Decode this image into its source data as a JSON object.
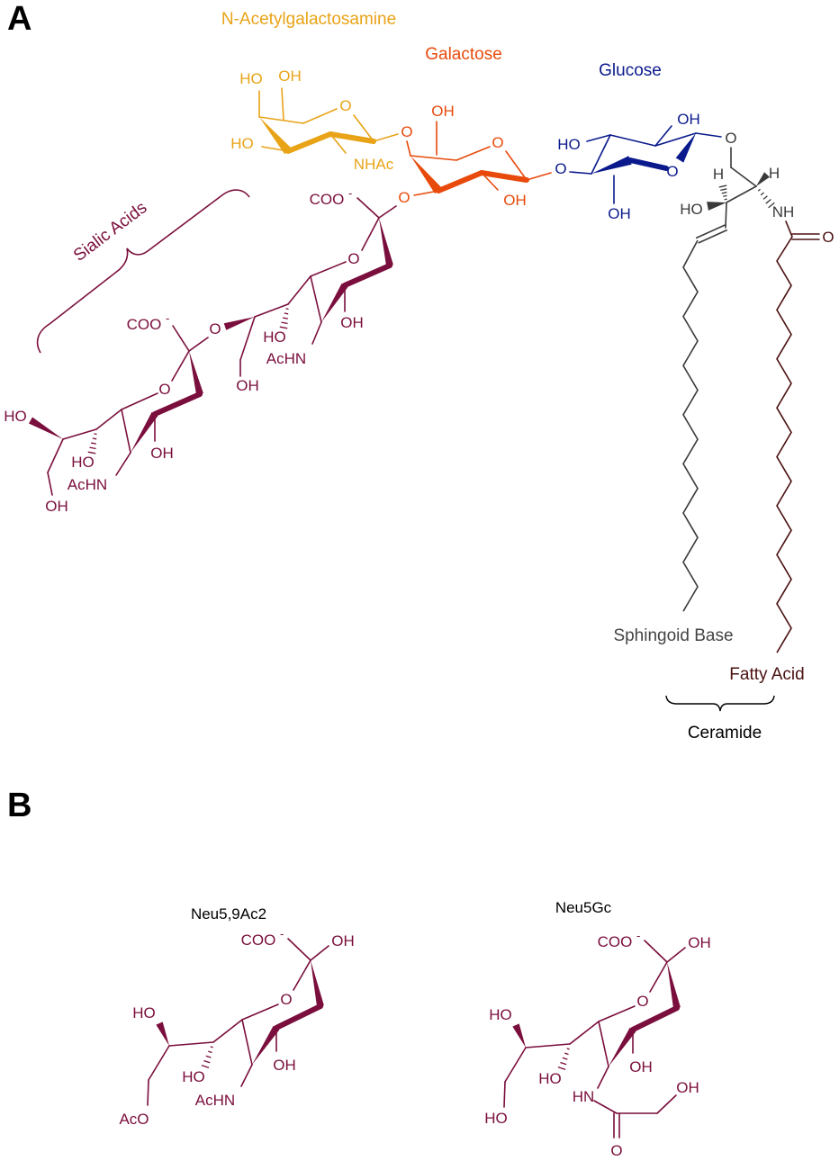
{
  "panels": {
    "a": "A",
    "b": "B"
  },
  "labels": {
    "galnac": "N-Acetylgalactosamine",
    "galactose": "Galactose",
    "glucose": "Glucose",
    "sialic_acids": "Sialic Acids",
    "sphingoid_base": "Sphingoid Base",
    "fatty_acid": "Fatty Acid",
    "ceramide": "Ceramide",
    "neu5_9ac2": "Neu5,9Ac2",
    "neu5gc": "Neu5Gc"
  },
  "atoms": {
    "HO": "HO",
    "OH": "OH",
    "O": "O",
    "COO": "COO",
    "minus": "-",
    "AcHN": "AcHN",
    "NHAc": "NHAc",
    "NH": "NH",
    "HN": "HN",
    "H": "H",
    "AcO": "AcO"
  },
  "colors": {
    "galnac": "#e8a317",
    "galactose": "#e84a0c",
    "glucose": "#0a1a8c",
    "sialic": "#7a0e3c",
    "sphingoid": "#3a3a3a",
    "fatty_acid": "#4a1010",
    "text": "#000000"
  }
}
